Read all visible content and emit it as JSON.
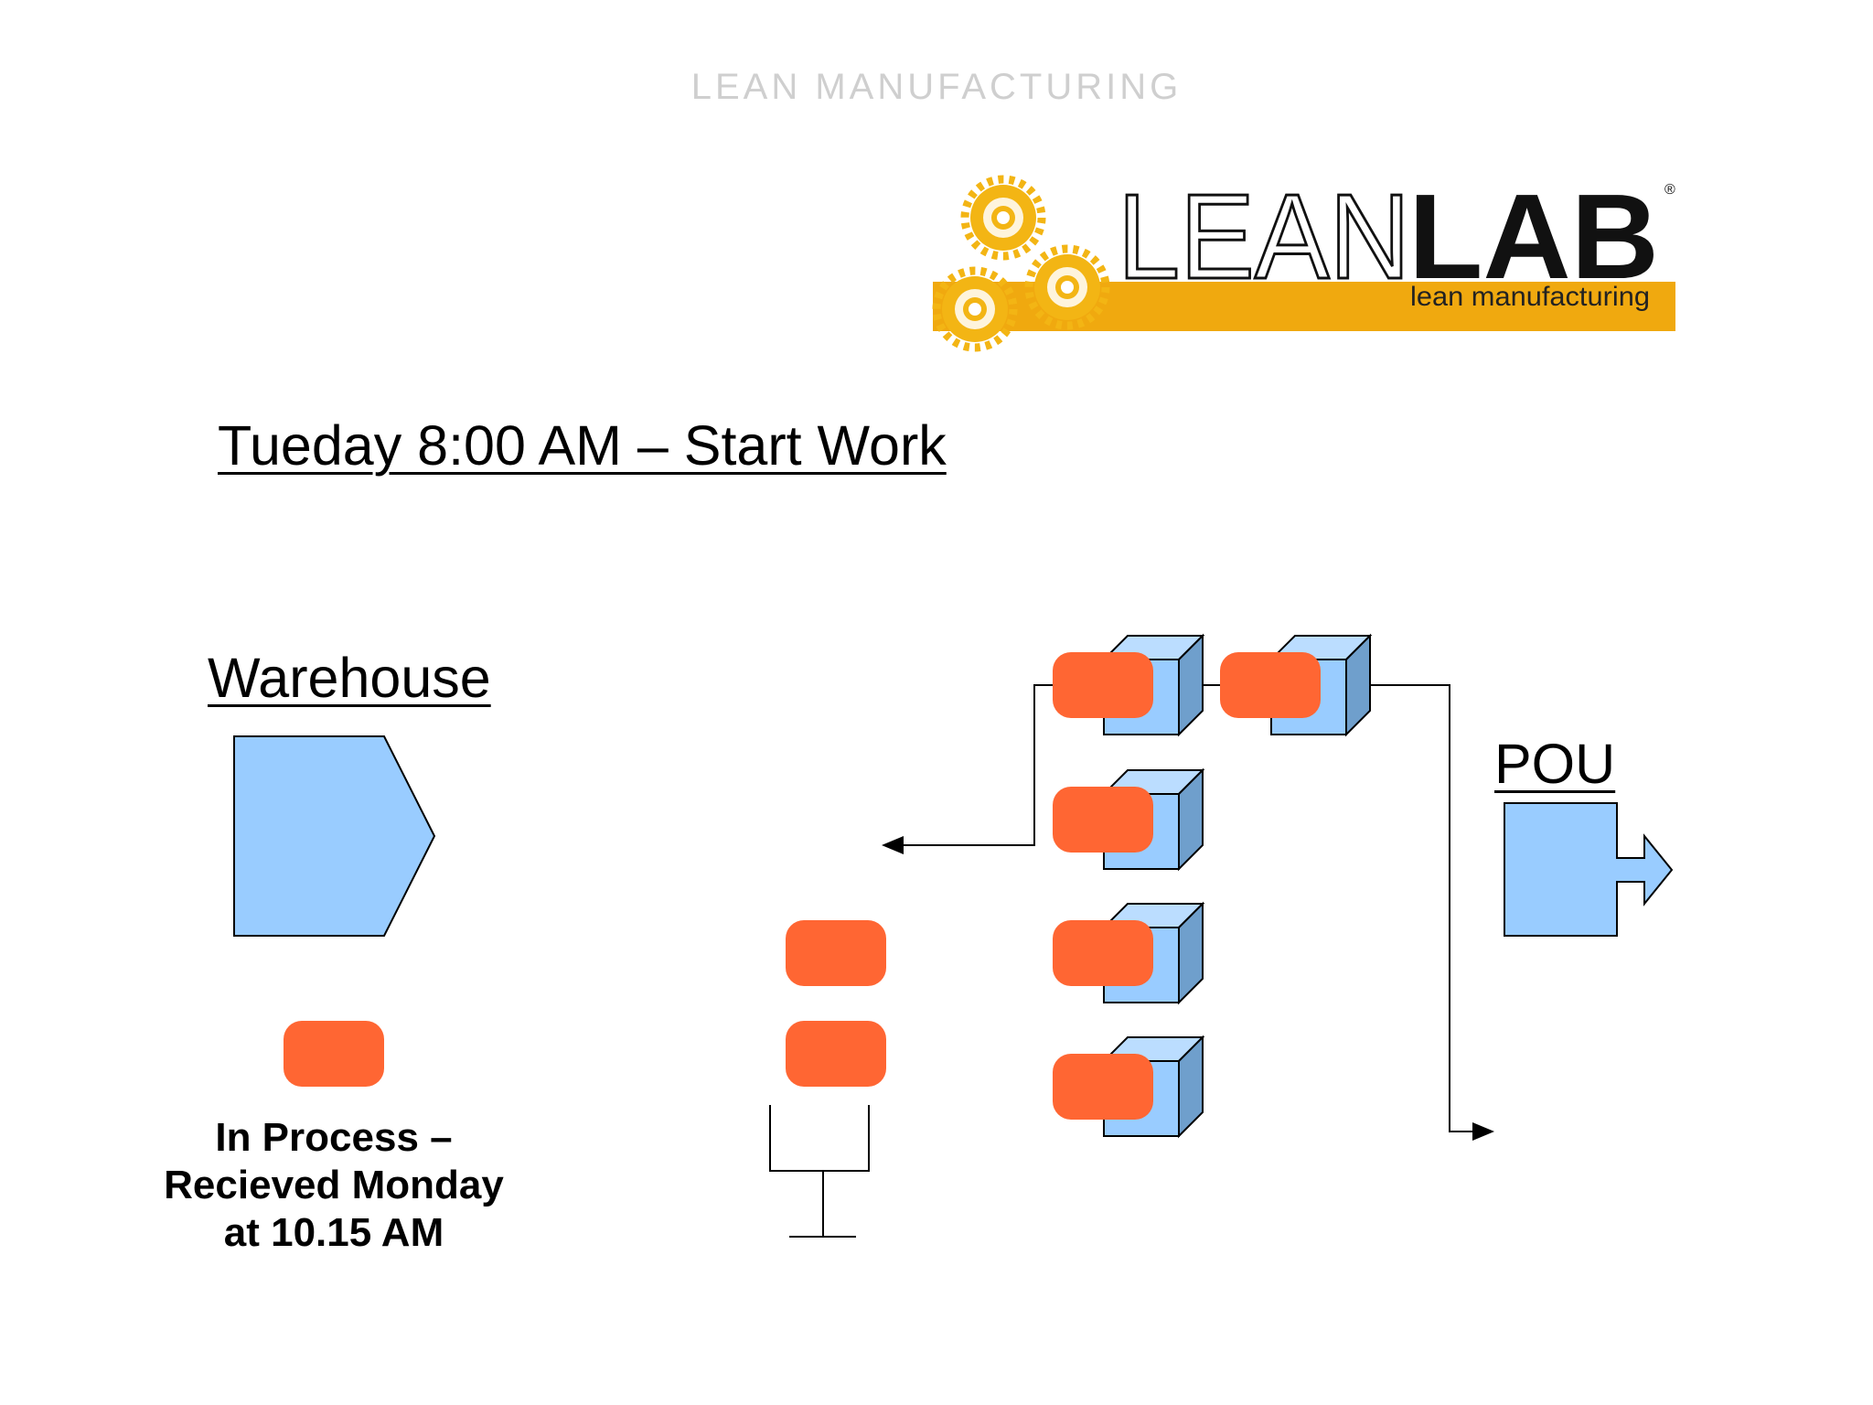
{
  "header": {
    "banner_text": "LEAN MANUFACTURING"
  },
  "logo": {
    "word_light": "LEAN",
    "word_bold": "LAB",
    "tagline": "lean manufacturing",
    "registered_mark": "®",
    "accent_color": "#F0A90F"
  },
  "slide": {
    "title": "Tueday 8:00 AM – Start Work"
  },
  "diagram": {
    "warehouse_label": "Warehouse",
    "pou_label": "POU",
    "in_process_caption": [
      "In Process –",
      "Recieved Monday",
      "at 10.15 AM"
    ],
    "colors": {
      "process_fill": "#99CCFF",
      "kanban_fill": "#FF6633",
      "line": "#000000"
    },
    "icons": [
      "warehouse-shape-icon",
      "workstation-cube-icon",
      "kanban-card-icon",
      "pou-shape-icon",
      "stand-icon",
      "arrow-icon"
    ]
  }
}
